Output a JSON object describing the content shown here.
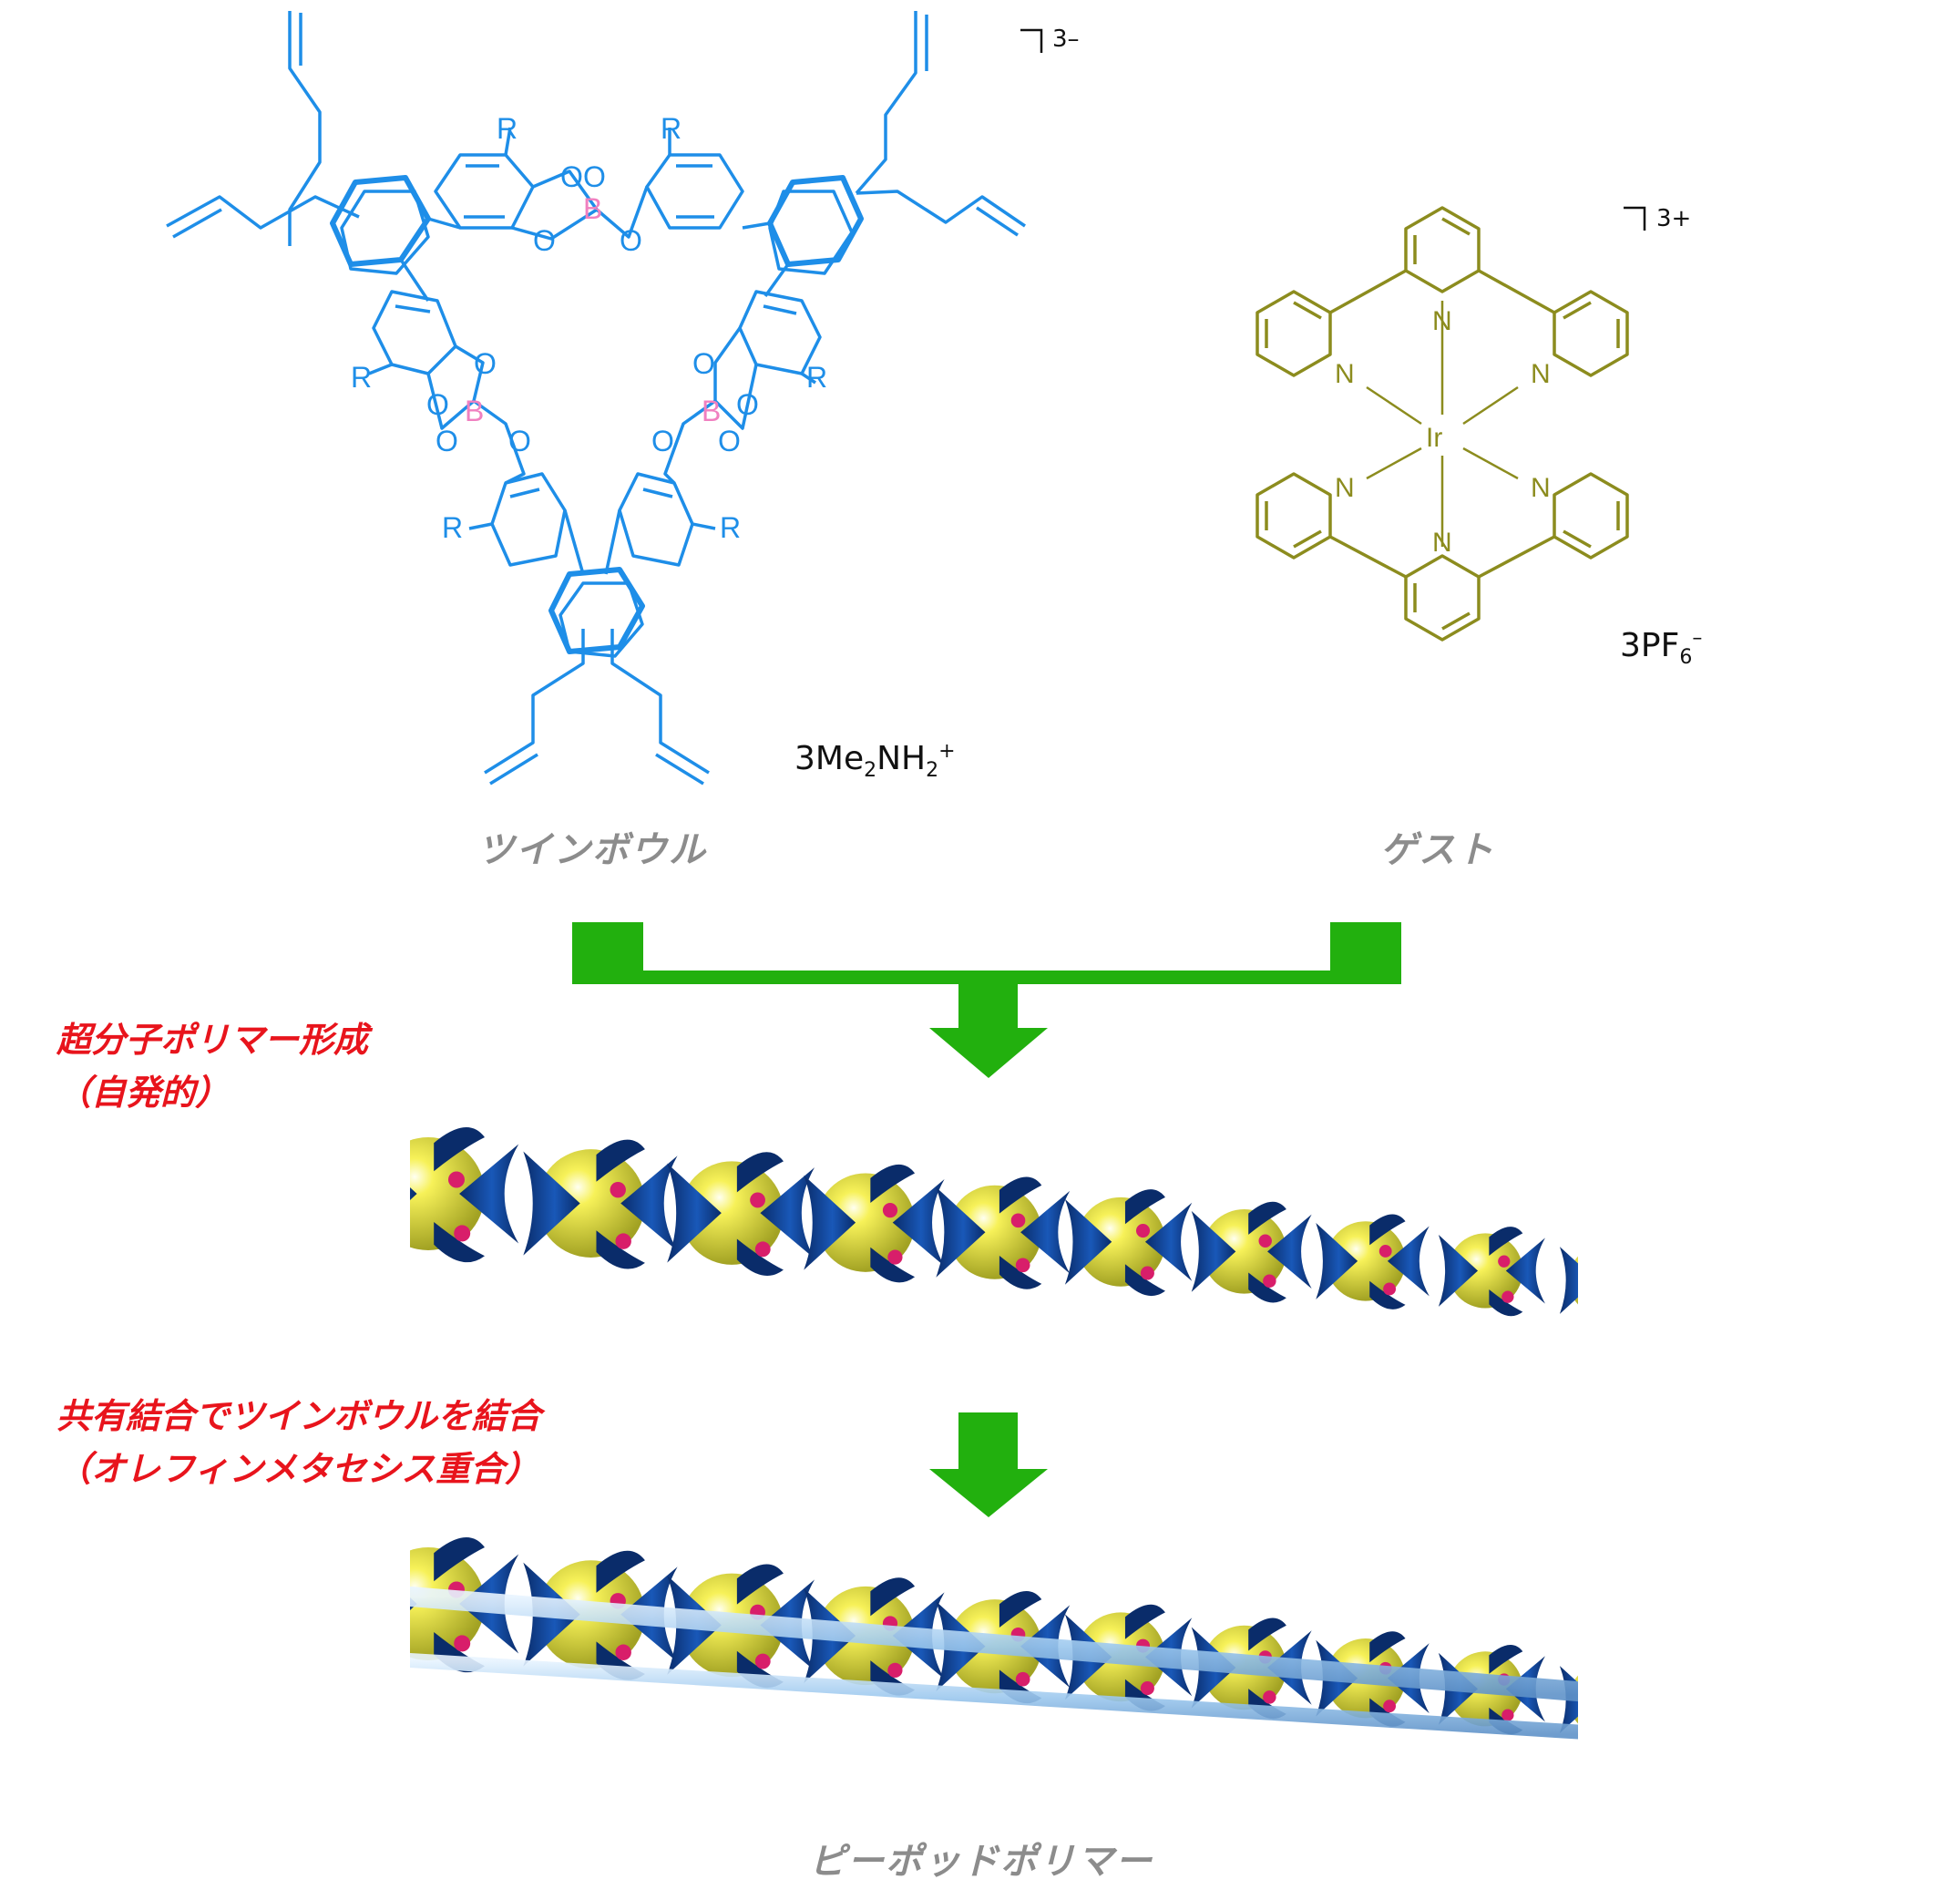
{
  "host": {
    "name": "ツインボウル",
    "charge": "3–",
    "counterion": {
      "prefix": "3Me",
      "sub1": "2",
      "mid": "NH",
      "sub2": "2",
      "sup": "+"
    },
    "atoms": {
      "O": "O",
      "B": "B",
      "R": "R"
    },
    "color": "#1e8ee8",
    "boron_color": "#f080c0"
  },
  "guest": {
    "name": "ゲスト",
    "charge": "3+",
    "counterion": {
      "prefix": "3PF",
      "sub": "6",
      "sup": "–"
    },
    "atoms": {
      "N": "N",
      "Ir": "Ir"
    },
    "color": "#8c8c1e"
  },
  "steps": {
    "step1_line1": "超分子ポリマー形成",
    "step1_line2": "（自発的）",
    "step2_line1": "共有結合でツインボウルを結合",
    "step2_line2": "（オレフィンメタセシス重合）"
  },
  "product": {
    "name": "ピーポッドポリマー"
  },
  "colors": {
    "arrow": "#22b00e",
    "label_red": "#e8141c",
    "label_gray": "#8c8c8c"
  }
}
